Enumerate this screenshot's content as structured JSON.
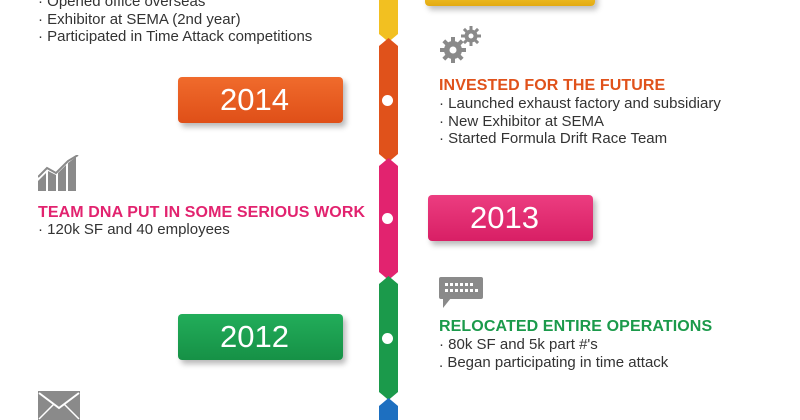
{
  "colors": {
    "yellow": "#f2c021",
    "orange": "#e0521b",
    "magenta": "#e2236f",
    "green": "#1b9a4b",
    "blue": "#1d6fc0",
    "icon_gray": "#8a8a8a"
  },
  "entry_top": {
    "bullets": [
      "· Opened office overseas",
      "· Exhibitor at SEMA (2nd year)",
      "· Participated in Time Attack competitions"
    ]
  },
  "entry_2014": {
    "year": "2014",
    "icon": "gears-icon",
    "heading": "INVESTED FOR THE FUTURE",
    "bullets": [
      "· Launched exhaust factory and subsidiary",
      "· New Exhibitor at SEMA",
      "· Started Formula Drift Race Team"
    ]
  },
  "entry_2013": {
    "year": "2013",
    "icon": "growth-chart-icon",
    "heading": "TEAM DNA PUT IN SOME SERIOUS WORK",
    "bullets": [
      "· 120k SF and 40 employees"
    ]
  },
  "entry_2012": {
    "year": "2012",
    "icon": "chat-bubble-icon",
    "heading": "RELOCATED ENTIRE OPERATIONS",
    "bullets": [
      "· 80k SF and 5k part #'s",
      ". Began participating in time attack"
    ]
  },
  "entry_bottom": {
    "icon": "envelope-icon"
  }
}
